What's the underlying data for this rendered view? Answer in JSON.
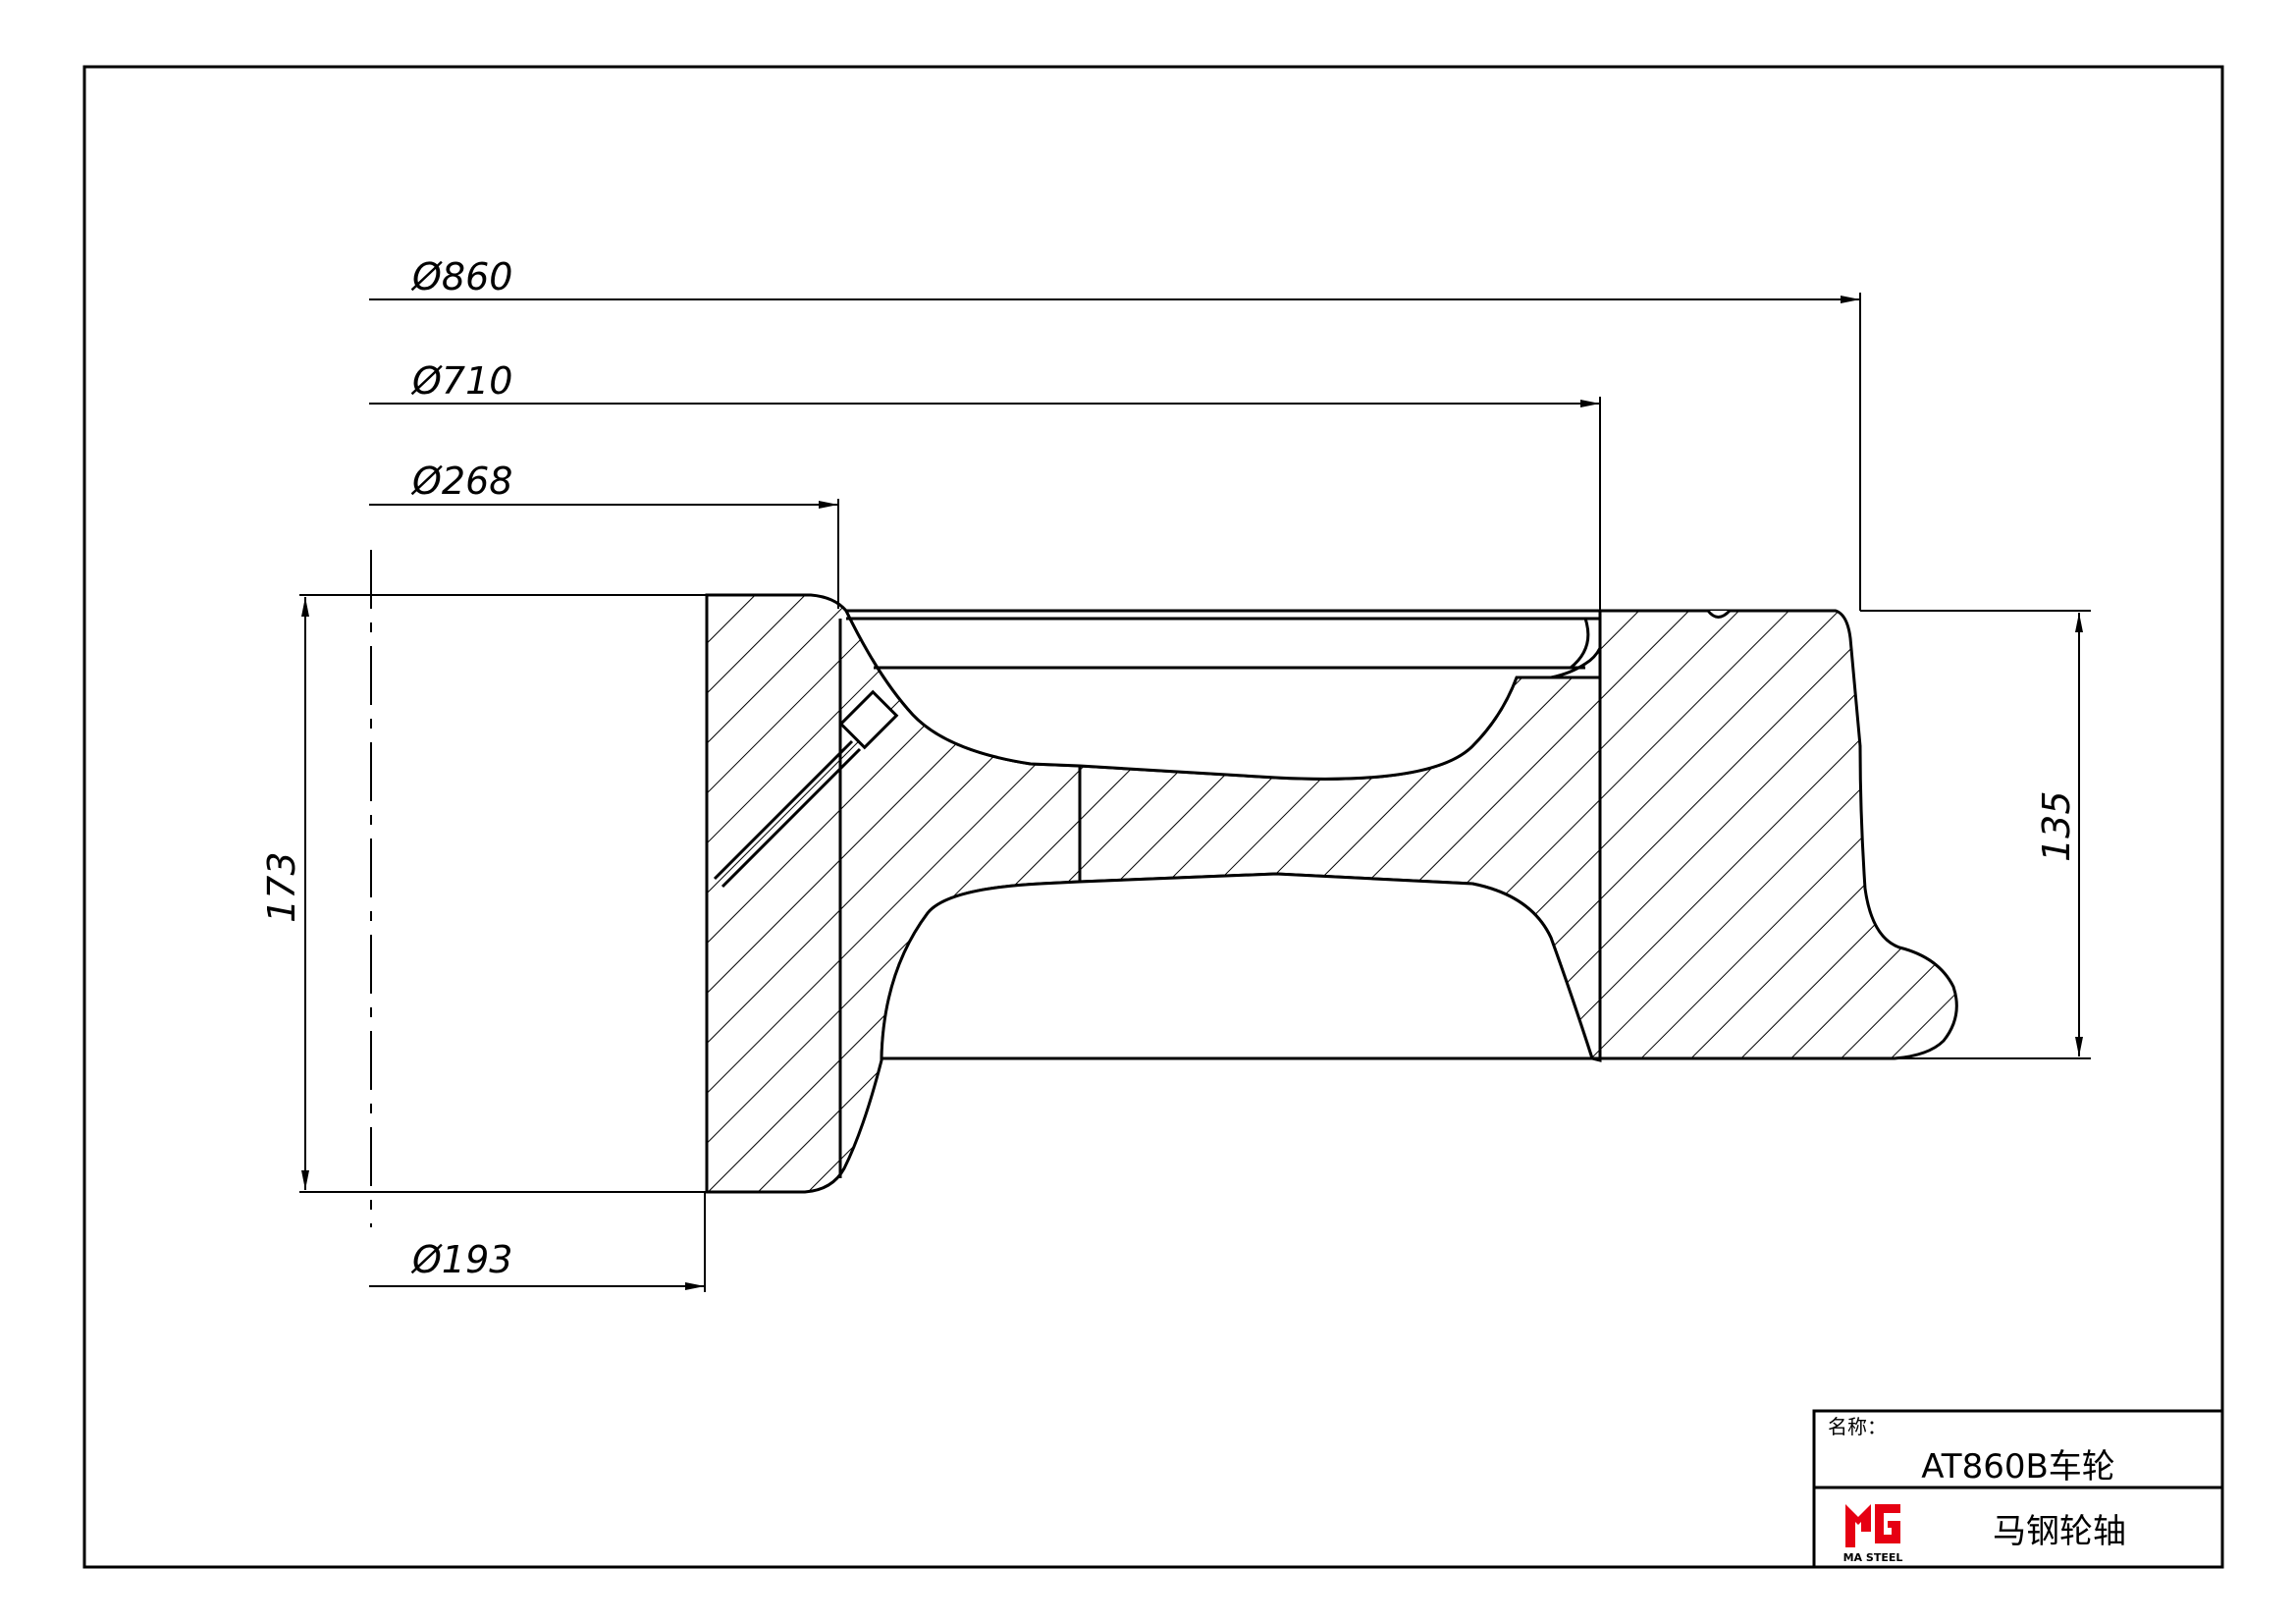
{
  "drawing": {
    "dimensions": {
      "d860": "Ø860",
      "d710": "Ø710",
      "d268": "Ø268",
      "d193": "Ø193",
      "h173": "173",
      "h135": "135"
    }
  },
  "title_block": {
    "name_label": "名称：",
    "name_value": "AT860B车轮",
    "company_name": "马钢轮轴",
    "logo_text": "MA STEEL"
  },
  "colors": {
    "line": "#000000",
    "logo_red": "#e60012",
    "background": "#ffffff"
  }
}
